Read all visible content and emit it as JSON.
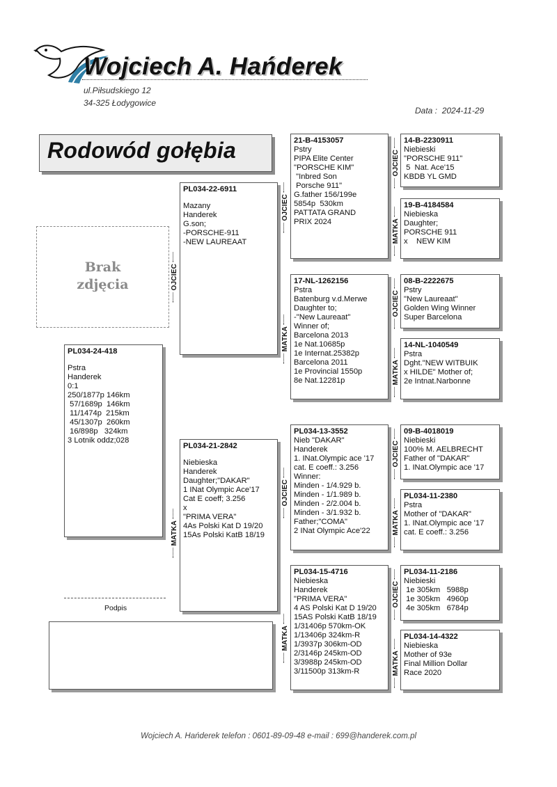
{
  "header": {
    "name": "Wojciech A. Hańderek",
    "address_line1": "ul.Piłsudskiego 12",
    "address_line2": "34-325 Łodygowice",
    "date_label": "Data :",
    "date_value": "2024-11-29"
  },
  "title": "Rodowód gołębia",
  "photo_placeholder": {
    "line1": "Brak",
    "line2": "zdjęcia"
  },
  "labels": {
    "father": "OJCIEC",
    "mother": "MATKA"
  },
  "subject": {
    "id": "PL034-24-418",
    "lines": [
      "Pstra",
      "Handerek",
      "0:1",
      "250/1877p 146km",
      " 57/1689p  146km",
      " 11/1474p  215km",
      " 45/1307p  260km",
      " 16/898p   324km",
      "3 Lotnik oddz;028"
    ]
  },
  "father": {
    "id": "PL034-22-6911",
    "lines": [
      "Mazany",
      "Handerek",
      "G.son;",
      "-PORSCHE-911",
      "-NEW LAUREAAT"
    ]
  },
  "mother": {
    "id": "PL034-21-2842",
    "lines": [
      "Niebieska",
      "Handerek",
      "Daughter;\"DAKAR\"",
      "1 INat Olympic Ace'17",
      "Cat E coeff; 3.256",
      "x",
      "\"PRIMA VERA\"",
      "4As Polski Kat D 19/20",
      "15As Polski KatB 18/19"
    ]
  },
  "grandparents": {
    "ff": {
      "id": "21-B-4153057",
      "lines": [
        "Pstry",
        "PIPA Elite Center",
        "\"PORSCHE KIM\"",
        " \"Inbred Son",
        " Porsche 911\"",
        "G.father 156/199e",
        "5854p  530km",
        "PATTATA GRAND",
        "PRIX 2024"
      ]
    },
    "fm": {
      "id": "17-NL-1262156",
      "lines": [
        "Pstra",
        "Batenburg v.d.Merwe",
        "Daughter to;",
        "-\"New Laureaat\"",
        "Winner of;",
        "Barcelona 2013",
        "1e Nat.10685p",
        "1e Internat.25382p",
        "Barcelona 2011",
        "1e Provincial 1550p",
        "8e Nat.12281p"
      ]
    },
    "mf": {
      "id": "PL034-13-3552",
      "lines": [
        "Nieb \"DAKAR\"",
        "Handerek",
        "1. INat.Olympic ace '17",
        "cat. E coeff.: 3.256",
        "Winner:",
        "Minden - 1/4.929 b.",
        "Minden - 1/1.989 b.",
        "Minden - 2/2.004 b.",
        "Minden - 3/1.932 b.",
        "Father;\"COMA\"",
        "2 INat Olympic Ace'22"
      ]
    },
    "mm": {
      "id": "PL034-15-4716",
      "lines": [
        "Niebieska",
        "Handerek",
        "\"PRIMA VERA\"",
        "4 AS Polski Kat D 19/20",
        "15AS Polski KatB 18/19",
        "1/31406p 570km-OK",
        "1/13406p 324km-R",
        "1/3937p 306km-OD",
        "2/3146p 245km-OD",
        "3/3988p 245km-OD",
        "3/11500p 313km-R"
      ]
    }
  },
  "great_grandparents": {
    "fff": {
      "id": "14-B-2230911",
      "lines": [
        "Niebieski",
        "\"PORSCHE 911\"",
        " 5  Nat. Ace'15",
        "KBDB YL GMD"
      ]
    },
    "ffm": {
      "id": "19-B-4184584",
      "lines": [
        "Niebieska",
        "Daughter;",
        "PORSCHE 911",
        "x    NEW KIM"
      ]
    },
    "fmf": {
      "id": "08-B-2222675",
      "lines": [
        "Pstry",
        "\"New Laureaat\"",
        "Golden Wing Winner",
        "Super Barcelona"
      ]
    },
    "fmm": {
      "id": "14-NL-1040549",
      "lines": [
        "Pstra",
        "Dght.\"NEW WITBUIK",
        "x HILDE\" Mother of;",
        "2e Intnat.Narbonne"
      ]
    },
    "mff": {
      "id": "09-B-4018019",
      "lines": [
        "Niebieski",
        "100% M. AELBRECHT",
        "Father of \"DAKAR\"",
        "1. INat.Olympic ace '17"
      ]
    },
    "mfm": {
      "id": "PL034-11-2380",
      "lines": [
        "Pstra",
        "Mother of \"DAKAR\"",
        "1. INat.Olympic ace '17",
        "cat. E coeff.: 3.256"
      ]
    },
    "mmf": {
      "id": "PL034-11-2186",
      "lines": [
        "Niebieski",
        " 1e 305km   5988p",
        " 1e 305km   4960p",
        " 4e 305km   6784p"
      ]
    },
    "mmm": {
      "id": "PL034-14-4322",
      "lines": [
        "Niebieska",
        "Mother of 93e",
        "Final Million Dollar",
        "Race 2020"
      ]
    }
  },
  "signature_label": "Podpis",
  "footer": "Wojciech A. Hańderek   telefon : 0601-89-09-48   e-mail : 699@handerek.com.pl"
}
